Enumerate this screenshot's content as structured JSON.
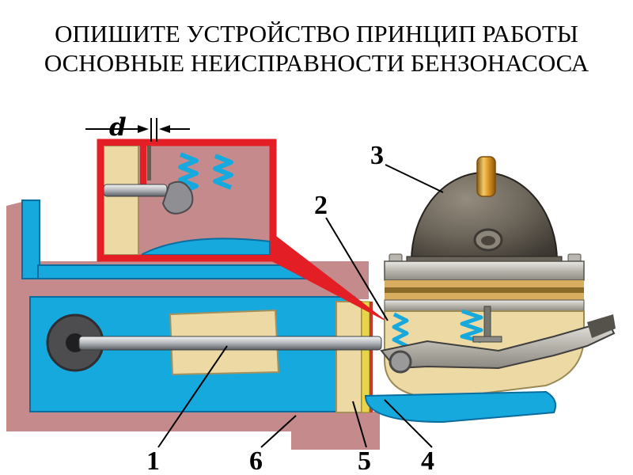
{
  "slide": {
    "title_line1": "ОПИШИТЕ УСТРОЙСТВО ПРИНЦИП РАБОТЫ",
    "title_line2": "ОСНОВНЫЕ НЕИСПРАВНОСТИ БЕНЗОНАСОСА"
  },
  "diagram": {
    "labels": {
      "d": "d",
      "l1": "1",
      "l2": "2",
      "l3": "3",
      "l4": "4",
      "l5": "5",
      "l6": "6"
    },
    "colors": {
      "body_pink": "#c48a8c",
      "coolant_cyan": "#16a9de",
      "cyan_outline": "#0b6d9d",
      "cream": "#ecd9a4",
      "accent_red": "#e31e24",
      "dome_dark": "#57514a",
      "fitting_orange": "#e09b28",
      "metal_gray": "#9a9a9a",
      "label_black": "#000000"
    }
  }
}
